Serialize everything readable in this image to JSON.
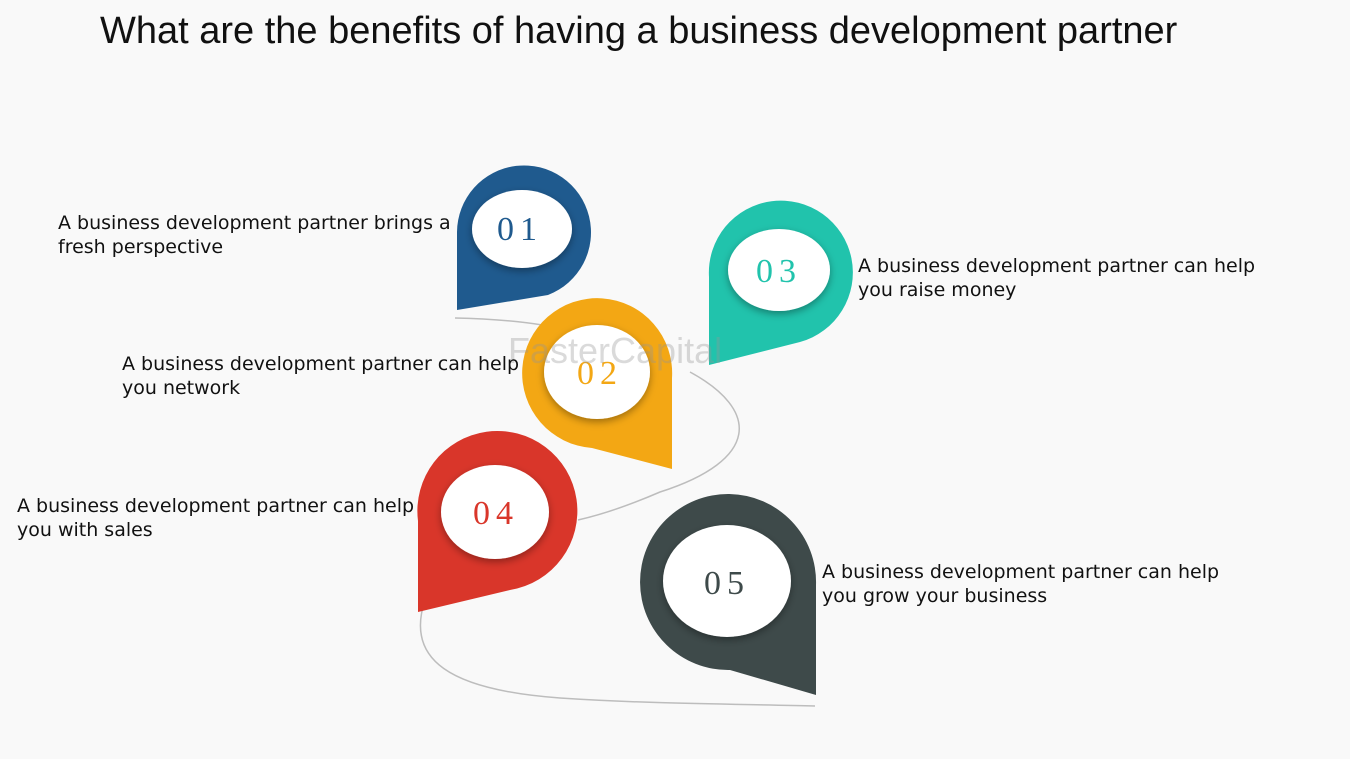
{
  "title": "What are the benefits of having a business development partner",
  "watermark": "FasterCapital",
  "items": [
    {
      "number": "01",
      "text": "A business development partner brings a fresh perspective",
      "color": "#1f5a8e"
    },
    {
      "number": "02",
      "text": "A business development partner can help you network",
      "color": "#f3a714"
    },
    {
      "number": "03",
      "text": "A business development partner can help you raise money",
      "color": "#21c3ac"
    },
    {
      "number": "04",
      "text": "A business development partner can help you with sales",
      "color": "#d9362a"
    },
    {
      "number": "05",
      "text": "A business development partner can help you grow your business",
      "color": "#3e4a4a"
    }
  ]
}
